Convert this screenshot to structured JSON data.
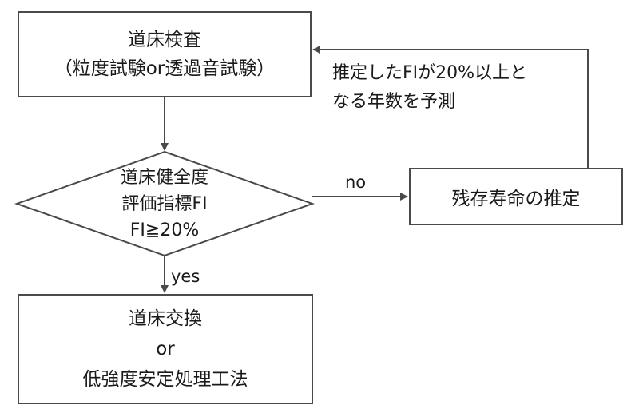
{
  "nodes": {
    "inspection": {
      "line1": "道床検査",
      "line2": "（粒度試験or透過音試験）"
    },
    "decision": {
      "line1": "道床健全度",
      "line2": "評価指標FI",
      "line3": "FI≧20%"
    },
    "estimate": {
      "label": "残存寿命の推定"
    },
    "replacement": {
      "line1": "道床交換",
      "line2": "or",
      "line3": "低強度安定処理工法"
    }
  },
  "edges": {
    "no_label": "no",
    "yes_label": "yes",
    "feedback_annotation": {
      "line1": "推定したFIが20%以上と",
      "line2": "なる年数を予測"
    }
  },
  "colors": {
    "line": "#4a4a4a",
    "border": "#4a4a4a",
    "text": "#1a1a1a"
  }
}
